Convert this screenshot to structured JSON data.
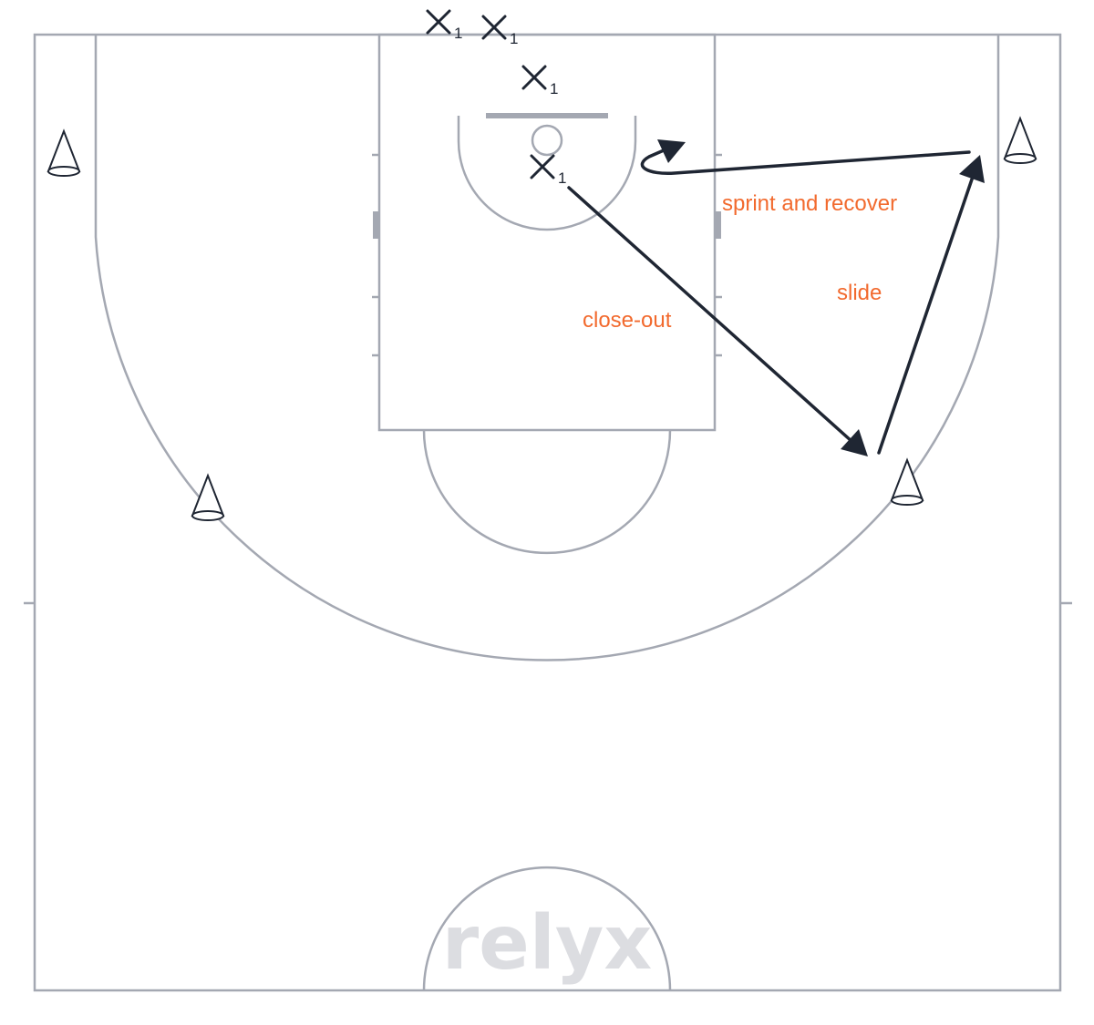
{
  "diagram": {
    "players": [
      {
        "symbol": "X",
        "number": "1"
      },
      {
        "symbol": "X",
        "number": "1"
      },
      {
        "symbol": "X",
        "number": "1"
      },
      {
        "symbol": "X",
        "number": "1"
      }
    ],
    "cones": [
      "cone-left-corner",
      "cone-left-wing",
      "cone-right-wing",
      "cone-right-corner"
    ],
    "annotations": {
      "closeout": "close-out",
      "slide": "slide",
      "sprint": "sprint and recover"
    },
    "watermark": "relyx",
    "colors": {
      "court_line": "#a4a8b2",
      "player_ink": "#1f2633",
      "annotation": "#f26a2e",
      "watermark": "#dcdde1"
    }
  }
}
